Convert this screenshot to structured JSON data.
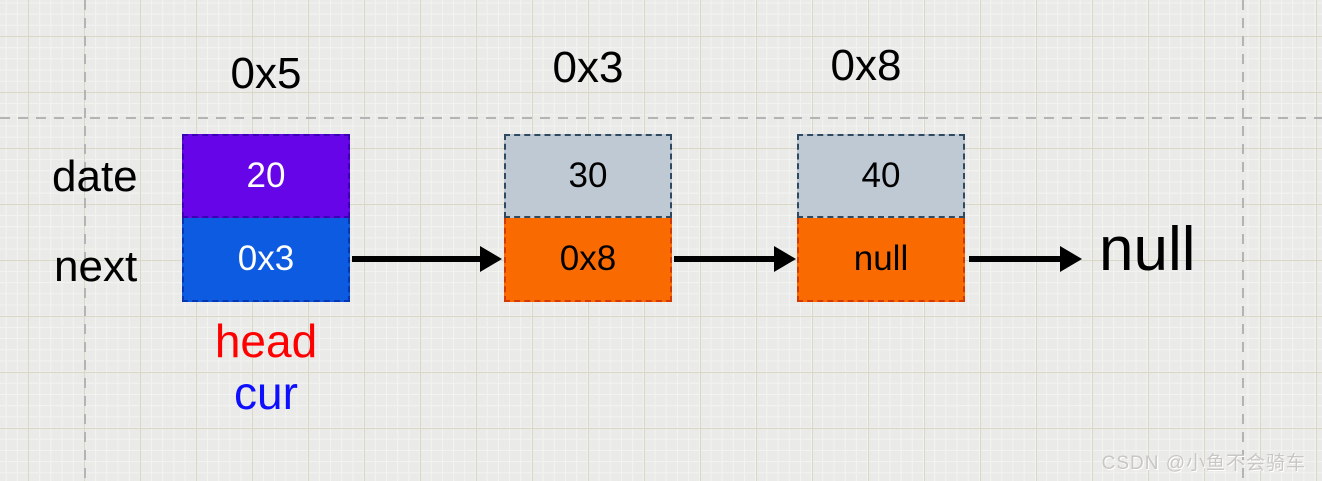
{
  "diagram": {
    "type": "singly-linked-list",
    "row_labels": {
      "data_field": "date",
      "pointer_field": "next"
    },
    "nodes": [
      {
        "address": "0x5",
        "date": "20",
        "next": "0x3"
      },
      {
        "address": "0x3",
        "date": "30",
        "next": "0x8"
      },
      {
        "address": "0x8",
        "date": "40",
        "next": "null"
      }
    ],
    "pointer_labels": {
      "head": "head",
      "cur": "cur"
    },
    "terminal_text": "null"
  },
  "colors": {
    "canvas_background": "#eaeae8",
    "grid_major": "#d9d8c6",
    "grid_minor": "#f3f3f1",
    "guide_dashed": "#b4b4b4",
    "node1_date_fill": "#6606e8",
    "node1_next_fill": "#0d5be1",
    "node_date_fill": "#bfc9d4",
    "node_next_fill": "#f96b00",
    "head_label_color": "#ff0000",
    "cur_label_color": "#0f0fff",
    "arrow_color": "#000000"
  },
  "watermark": {
    "text": "CSDN @小鱼不会骑车"
  }
}
